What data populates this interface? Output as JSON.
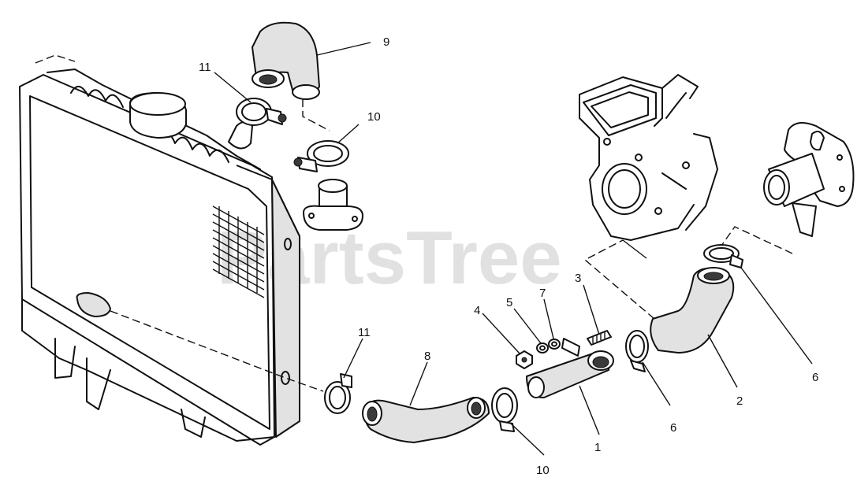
{
  "watermark": "PartsTree",
  "callouts": {
    "c1": "1",
    "c2": "2",
    "c3": "3",
    "c4": "4",
    "c5": "5",
    "c6a": "6",
    "c6b": "6",
    "c7": "7",
    "c8": "8",
    "c9": "9",
    "c10a": "10",
    "c10b": "10",
    "c11a": "11",
    "c11b": "11"
  }
}
